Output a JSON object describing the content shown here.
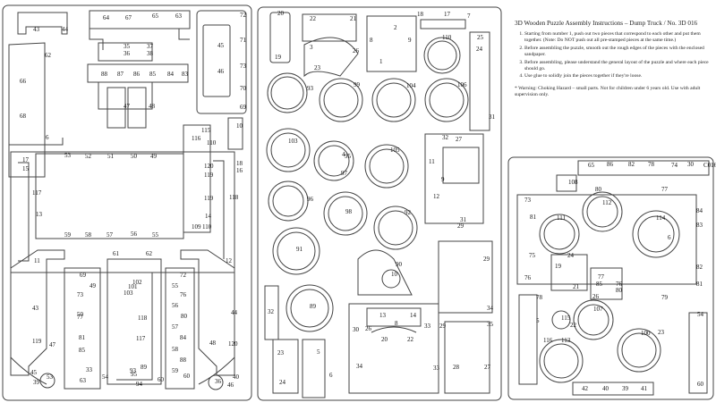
{
  "instructions": {
    "title": "3D Wooden Puzzle Assembly Instructions –  Dump Truck  /  No. 3D 016",
    "steps": [
      "Starting from number 1, push out two pieces that correspond to each other and put them together.  (Note: Do NOT push out all pre-stamped pieces at the same time.)",
      "Before assembling the puzzle, smooth out the rough edges of the pieces with the enclosed sandpaper.",
      "Before assembling, please understand the general layout of the puzzle and where each piece should go.",
      "Use glue to solidly join the pieces together if they're loose."
    ],
    "warning": "*  Warning: Choking Hazard – small parts.  Not for children under 6 years old.     Use with adult supervision only."
  },
  "colors": {
    "line": "#444444",
    "text": "#111111"
  },
  "piece_labels": [
    [
      "43",
      37,
      35
    ],
    [
      "44",
      69,
      35
    ],
    [
      "64",
      115,
      22
    ],
    [
      "67",
      140,
      22
    ],
    [
      "65",
      170,
      20
    ],
    [
      "63",
      196,
      20
    ],
    [
      "72",
      268,
      19
    ],
    [
      "71",
      268,
      47
    ],
    [
      "73",
      268,
      76
    ],
    [
      "70",
      268,
      101
    ],
    [
      "69",
      268,
      122
    ],
    [
      "45",
      243,
      53
    ],
    [
      "46",
      243,
      82
    ],
    [
      "62",
      50,
      64
    ],
    [
      "66",
      22,
      93
    ],
    [
      "68",
      22,
      132
    ],
    [
      "6",
      51,
      156
    ],
    [
      "35",
      138,
      54
    ],
    [
      "36",
      138,
      62
    ],
    [
      "37",
      164,
      54
    ],
    [
      "38",
      164,
      62
    ],
    [
      "88",
      113,
      85
    ],
    [
      "87",
      131,
      85
    ],
    [
      "86",
      149,
      85
    ],
    [
      "85",
      167,
      85
    ],
    [
      "84",
      187,
      85
    ],
    [
      "83",
      203,
      85
    ],
    [
      "47",
      138,
      121
    ],
    [
      "48",
      166,
      121
    ],
    [
      "10",
      264,
      143
    ],
    [
      "115",
      225,
      148
    ],
    [
      "116",
      214,
      157
    ],
    [
      "110",
      231,
      162
    ],
    [
      "17",
      25,
      181
    ],
    [
      "15",
      25,
      191
    ],
    [
      "18",
      264,
      185
    ],
    [
      "16",
      264,
      193
    ],
    [
      "120",
      228,
      188
    ],
    [
      "119",
      228,
      198
    ],
    [
      "53",
      72,
      176
    ],
    [
      "52",
      95,
      177
    ],
    [
      "51",
      120,
      177
    ],
    [
      "50",
      146,
      177
    ],
    [
      "49",
      168,
      177
    ],
    [
      "117",
      36,
      218
    ],
    [
      "13",
      40,
      242
    ],
    [
      "118",
      256,
      223
    ],
    [
      "119",
      228,
      224
    ],
    [
      "14",
      229,
      244
    ],
    [
      "109",
      214,
      256
    ],
    [
      "110",
      226,
      256
    ],
    [
      "59",
      72,
      265
    ],
    [
      "58",
      95,
      265
    ],
    [
      "57",
      119,
      265
    ],
    [
      "56",
      146,
      264
    ],
    [
      "55",
      170,
      265
    ],
    [
      "61",
      126,
      286
    ],
    [
      "62",
      163,
      286
    ],
    [
      "11",
      38,
      294
    ],
    [
      "12",
      252,
      294
    ],
    [
      "69",
      89,
      310
    ],
    [
      "49",
      100,
      322
    ],
    [
      "73",
      86,
      332
    ],
    [
      "50",
      86,
      354
    ],
    [
      "77",
      86,
      357
    ],
    [
      "81",
      88,
      380
    ],
    [
      "85",
      88,
      394
    ],
    [
      "33",
      96,
      416
    ],
    [
      "63",
      89,
      428
    ],
    [
      "54",
      114,
      424
    ],
    [
      "101",
      143,
      323
    ],
    [
      "102",
      148,
      318
    ],
    [
      "103",
      138,
      330
    ],
    [
      "118",
      154,
      358
    ],
    [
      "117",
      152,
      381
    ],
    [
      "89",
      157,
      413
    ],
    [
      "93",
      145,
      417
    ],
    [
      "95",
      146,
      421
    ],
    [
      "94",
      152,
      432
    ],
    [
      "72",
      201,
      310
    ],
    [
      "55",
      192,
      322
    ],
    [
      "76",
      201,
      332
    ],
    [
      "56",
      192,
      344
    ],
    [
      "80",
      202,
      356
    ],
    [
      "57",
      192,
      368
    ],
    [
      "84",
      201,
      380
    ],
    [
      "58",
      192,
      393
    ],
    [
      "88",
      201,
      405
    ],
    [
      "59",
      192,
      417
    ],
    [
      "60",
      176,
      427
    ],
    [
      "60",
      205,
      423
    ],
    [
      "43",
      36,
      347
    ],
    [
      "44",
      258,
      352
    ],
    [
      "119",
      36,
      384
    ],
    [
      "47",
      55,
      388
    ],
    [
      "48",
      234,
      386
    ],
    [
      "120",
      255,
      387
    ],
    [
      "45",
      34,
      419
    ],
    [
      "39",
      37,
      430
    ],
    [
      "53",
      52,
      424
    ],
    [
      "36",
      240,
      429
    ],
    [
      "46",
      254,
      433
    ],
    [
      "40",
      260,
      424
    ],
    [
      "20",
      310,
      17
    ],
    [
      "22",
      346,
      23
    ],
    [
      "21",
      391,
      23
    ],
    [
      "18",
      466,
      18
    ],
    [
      "17",
      496,
      18
    ],
    [
      "7",
      522,
      20
    ],
    [
      "2",
      440,
      33
    ],
    [
      "8",
      413,
      47
    ],
    [
      "9",
      456,
      47
    ],
    [
      "110",
      494,
      44
    ],
    [
      "25",
      533,
      44
    ],
    [
      "24",
      532,
      57
    ],
    [
      "3",
      346,
      55
    ],
    [
      "19",
      307,
      66
    ],
    [
      "23",
      351,
      78
    ],
    [
      "26",
      394,
      59
    ],
    [
      "1",
      424,
      71
    ],
    [
      "31",
      546,
      133
    ],
    [
      "93",
      343,
      101
    ],
    [
      "99",
      395,
      97
    ],
    [
      "104",
      454,
      98
    ],
    [
      "106",
      511,
      97
    ],
    [
      "103",
      322,
      160
    ],
    [
      "4",
      382,
      175
    ],
    [
      "95",
      385,
      177
    ],
    [
      "97",
      381,
      196
    ],
    [
      "105",
      436,
      170
    ],
    [
      "32",
      494,
      156
    ],
    [
      "27",
      509,
      158
    ],
    [
      "11",
      479,
      183
    ],
    [
      "9",
      493,
      203
    ],
    [
      "12",
      484,
      222
    ],
    [
      "96",
      343,
      225
    ],
    [
      "98",
      386,
      239
    ],
    [
      "92",
      452,
      240
    ],
    [
      "31",
      514,
      248
    ],
    [
      "29",
      511,
      255
    ],
    [
      "91",
      331,
      281
    ],
    [
      "90",
      442,
      298
    ],
    [
      "29",
      540,
      292
    ],
    [
      "10",
      437,
      309
    ],
    [
      "32",
      299,
      351
    ],
    [
      "89",
      346,
      345
    ],
    [
      "13",
      424,
      355
    ],
    [
      "14",
      458,
      355
    ],
    [
      "8",
      441,
      364
    ],
    [
      "30",
      394,
      371
    ],
    [
      "26",
      408,
      370
    ],
    [
      "33",
      474,
      367
    ],
    [
      "29",
      491,
      367
    ],
    [
      "20",
      426,
      382
    ],
    [
      "22",
      455,
      382
    ],
    [
      "23",
      310,
      397
    ],
    [
      "5",
      354,
      396
    ],
    [
      "34",
      544,
      347
    ],
    [
      "35",
      544,
      365
    ],
    [
      "34",
      398,
      412
    ],
    [
      "28",
      506,
      413
    ],
    [
      "33",
      484,
      414
    ],
    [
      "27",
      541,
      413
    ],
    [
      "24",
      312,
      430
    ],
    [
      "6",
      368,
      422
    ],
    [
      "65",
      657,
      187
    ],
    [
      "86",
      678,
      186
    ],
    [
      "82",
      702,
      186
    ],
    [
      "78",
      724,
      186
    ],
    [
      "74",
      750,
      187
    ],
    [
      "30",
      768,
      186
    ],
    [
      "C016",
      786,
      187
    ],
    [
      "108",
      635,
      206
    ],
    [
      "80",
      665,
      214
    ],
    [
      "77",
      739,
      214
    ],
    [
      "73",
      586,
      226
    ],
    [
      "112",
      673,
      229
    ],
    [
      "114",
      733,
      246
    ],
    [
      "81",
      592,
      245
    ],
    [
      "111",
      622,
      246
    ],
    [
      "84",
      778,
      238
    ],
    [
      "83",
      778,
      254
    ],
    [
      "6",
      746,
      268
    ],
    [
      "76",
      586,
      313
    ],
    [
      "75",
      591,
      288
    ],
    [
      "24",
      634,
      288
    ],
    [
      "19",
      620,
      300
    ],
    [
      "21",
      640,
      323
    ],
    [
      "82",
      778,
      301
    ],
    [
      "81",
      778,
      320
    ],
    [
      "78",
      599,
      335
    ],
    [
      "26",
      662,
      334
    ],
    [
      "79",
      739,
      335
    ],
    [
      "85",
      666,
      320
    ],
    [
      "77",
      668,
      312
    ],
    [
      "80",
      688,
      327
    ],
    [
      "76",
      688,
      320
    ],
    [
      "115",
      627,
      358
    ],
    [
      "107",
      663,
      348
    ],
    [
      "22",
      637,
      366
    ],
    [
      "5",
      599,
      361
    ],
    [
      "54",
      779,
      354
    ],
    [
      "116",
      607,
      383
    ],
    [
      "113",
      627,
      383
    ],
    [
      "100",
      716,
      375
    ],
    [
      "23",
      735,
      374
    ],
    [
      "42",
      650,
      437
    ],
    [
      "40",
      673,
      437
    ],
    [
      "39",
      695,
      437
    ],
    [
      "41",
      716,
      437
    ],
    [
      "60",
      779,
      432
    ]
  ]
}
